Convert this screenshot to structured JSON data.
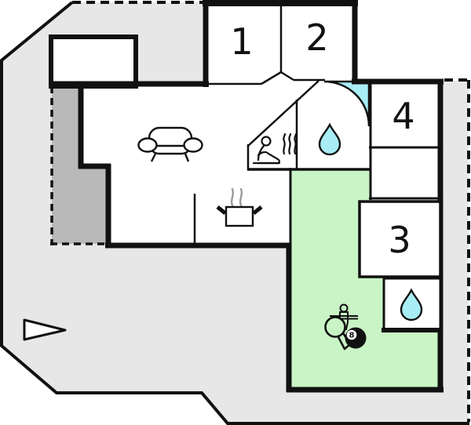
{
  "plan": {
    "type": "apartment-floor-plan",
    "room_labels": {
      "room1": "1",
      "room2": "2",
      "room3": "3",
      "room4": "4"
    },
    "icons": [
      "sofa-icon",
      "stove-pot-icon",
      "steam-icon",
      "sauna-person-icon",
      "water-drop-icon",
      "water-drop-icon",
      "shower-corner-icon",
      "north-arrow-icon",
      "foosball-player-icon",
      "table-tennis-paddle-icon",
      "billiard-8ball-icon"
    ],
    "billiard_ball_digit": "8",
    "colors": {
      "plot_light_gray": "#e7e7e7",
      "terrace_dark_gray": "#b9b9b9",
      "activity_room_green": "#c9f4c5",
      "water_cyan": "#a9edf5",
      "wall_black": "#111111",
      "steam_gray": "#9a9a9a",
      "background_white": "#ffffff"
    }
  }
}
